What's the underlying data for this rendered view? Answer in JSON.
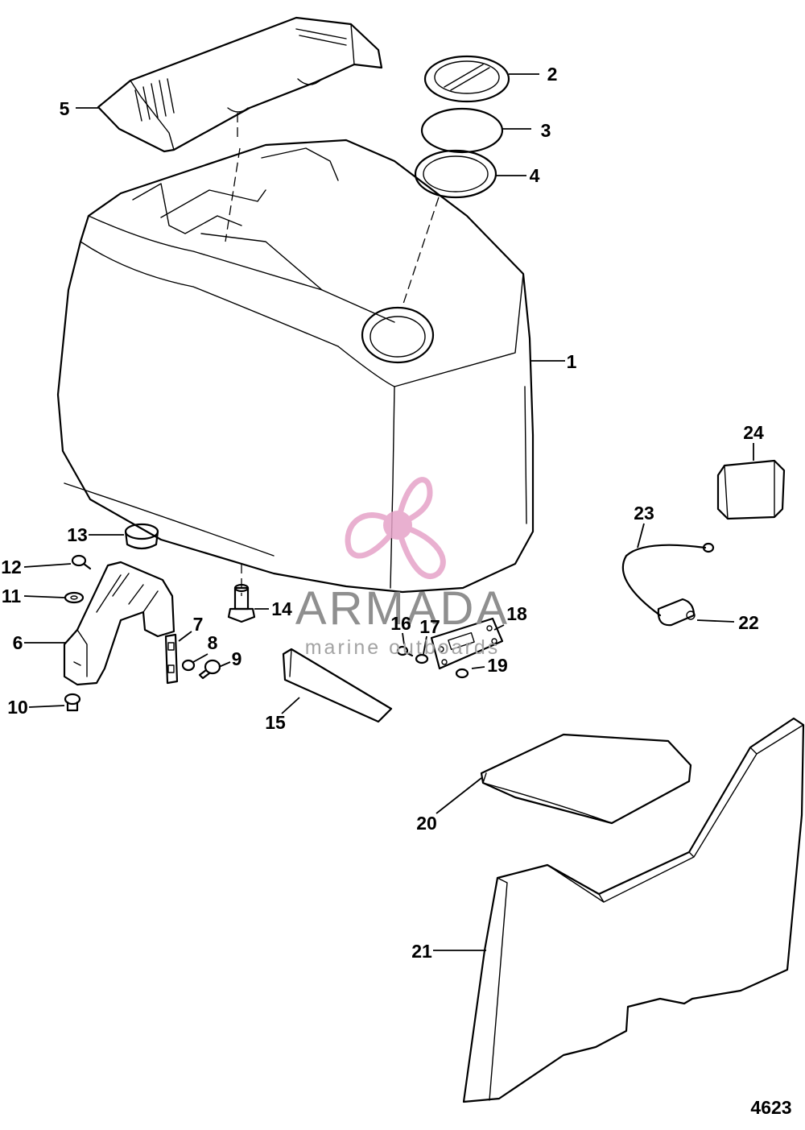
{
  "diagram": {
    "figure_number": "4623",
    "watermark": {
      "brand": "ARMADA",
      "tagline": "marine outboards",
      "logo_icon": "propeller-icon",
      "colors": {
        "propeller": "#e6a3c8",
        "text": "#8f8f8f"
      }
    },
    "callouts": [
      {
        "id": "1",
        "label": "1"
      },
      {
        "id": "2",
        "label": "2"
      },
      {
        "id": "3",
        "label": "3"
      },
      {
        "id": "4",
        "label": "4"
      },
      {
        "id": "5",
        "label": "5"
      },
      {
        "id": "6",
        "label": "6"
      },
      {
        "id": "7",
        "label": "7"
      },
      {
        "id": "8",
        "label": "8"
      },
      {
        "id": "9",
        "label": "9"
      },
      {
        "id": "10",
        "label": "10"
      },
      {
        "id": "11",
        "label": "11"
      },
      {
        "id": "12",
        "label": "12"
      },
      {
        "id": "13",
        "label": "13"
      },
      {
        "id": "14",
        "label": "14"
      },
      {
        "id": "15",
        "label": "15"
      },
      {
        "id": "16",
        "label": "16"
      },
      {
        "id": "17",
        "label": "17"
      },
      {
        "id": "18",
        "label": "18"
      },
      {
        "id": "19",
        "label": "19"
      },
      {
        "id": "20",
        "label": "20"
      },
      {
        "id": "21",
        "label": "21"
      },
      {
        "id": "22",
        "label": "22"
      },
      {
        "id": "23",
        "label": "23"
      },
      {
        "id": "24",
        "label": "24"
      }
    ]
  }
}
